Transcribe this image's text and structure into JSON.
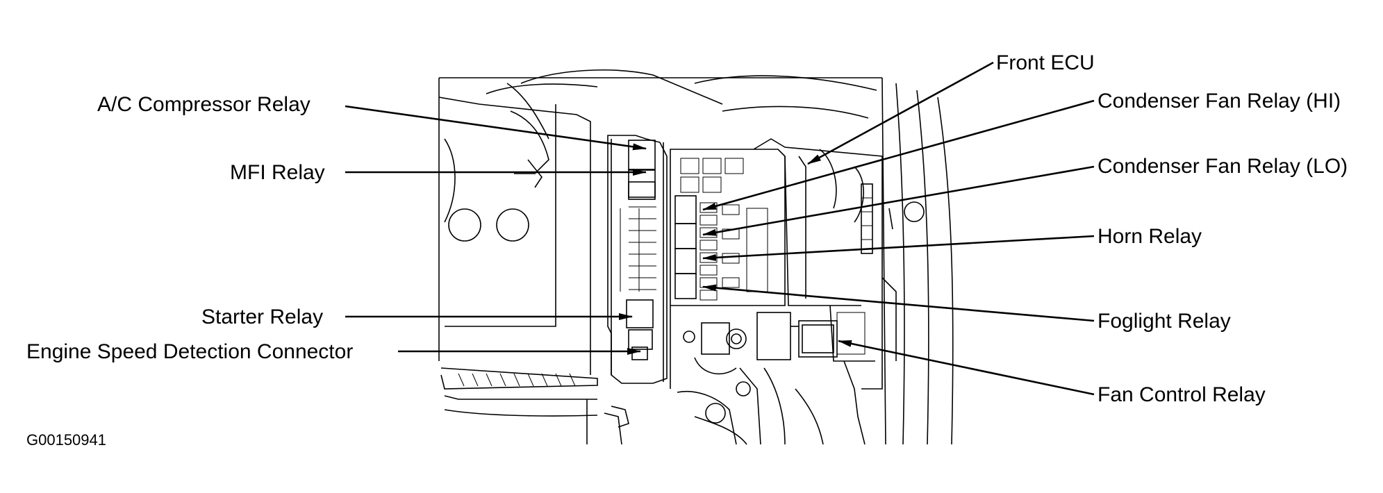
{
  "labels": {
    "front_ecu": "Front ECU",
    "ac_compressor_relay": "A/C Compressor Relay",
    "condenser_fan_relay_hi": "Condenser Fan Relay (HI)",
    "mfi_relay": "MFI Relay",
    "condenser_fan_relay_lo": "Condenser Fan Relay (LO)",
    "horn_relay": "Horn Relay",
    "starter_relay": "Starter Relay",
    "foglight_relay": "Foglight Relay",
    "engine_speed_detection_connector": "Engine Speed Detection Connector",
    "fan_control_relay": "Fan Control Relay"
  },
  "figure_id": "G00150941"
}
